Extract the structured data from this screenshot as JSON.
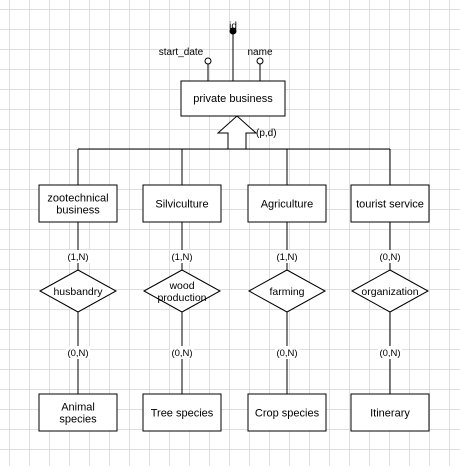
{
  "root_entity": {
    "name": "private business",
    "attributes": [
      {
        "name": "start_date",
        "identifier": false
      },
      {
        "name": "id",
        "identifier": true
      },
      {
        "name": "name",
        "identifier": false
      }
    ]
  },
  "generalization": {
    "coverage": "(p,d)"
  },
  "branches": [
    {
      "entity": [
        "zootechnical",
        "business"
      ],
      "relationship": [
        "husbandry"
      ],
      "card_top": "(1,N)",
      "card_bottom": "(0,N)",
      "target": [
        "Animal",
        "species"
      ]
    },
    {
      "entity": [
        "Silviculture"
      ],
      "relationship": [
        "wood",
        "production"
      ],
      "card_top": "(1,N)",
      "card_bottom": "(0,N)",
      "target": [
        "Tree species"
      ]
    },
    {
      "entity": [
        "Agriculture"
      ],
      "relationship": [
        "farming"
      ],
      "card_top": "(1,N)",
      "card_bottom": "(0,N)",
      "target": [
        "Crop species"
      ]
    },
    {
      "entity": [
        "tourist service"
      ],
      "relationship": [
        "organization"
      ],
      "card_top": "(0,N)",
      "card_bottom": "(0,N)",
      "target": [
        "Itinerary"
      ]
    }
  ]
}
